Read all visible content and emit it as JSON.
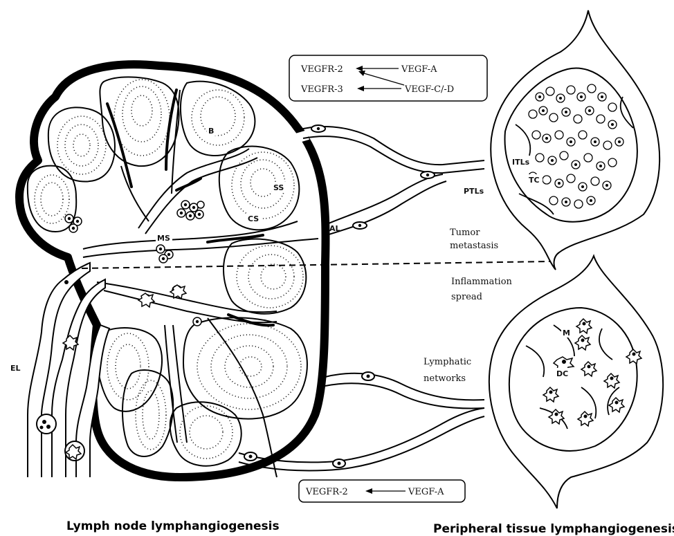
{
  "top_signaling": {
    "row1": {
      "receptor": "VEGFR-2",
      "ligand": "VEGF-A"
    },
    "row2": {
      "receptor": "VEGFR-3",
      "ligand": "VEGF-C/-D"
    }
  },
  "bottom_signaling": {
    "receptor": "VEGFR-2",
    "ligand": "VEGF-A"
  },
  "annotations": {
    "tumor": [
      "Tumor",
      "metastasis"
    ],
    "inflammation": [
      "Inflammation",
      "spread"
    ],
    "lymphatic": [
      "Lymphatic",
      "networks"
    ]
  },
  "labels": {
    "b": "B",
    "ss": "SS",
    "cs": "CS",
    "ms": "MS",
    "al": "AL",
    "el": "EL",
    "itls": "ITLs",
    "tc": "TC",
    "ptls": "PTLs",
    "m": "M",
    "dc": "DC"
  },
  "captions": {
    "left": "Lymph node lymphangiogenesis",
    "right": "Peripheral tissue lymphangiogenesis"
  }
}
